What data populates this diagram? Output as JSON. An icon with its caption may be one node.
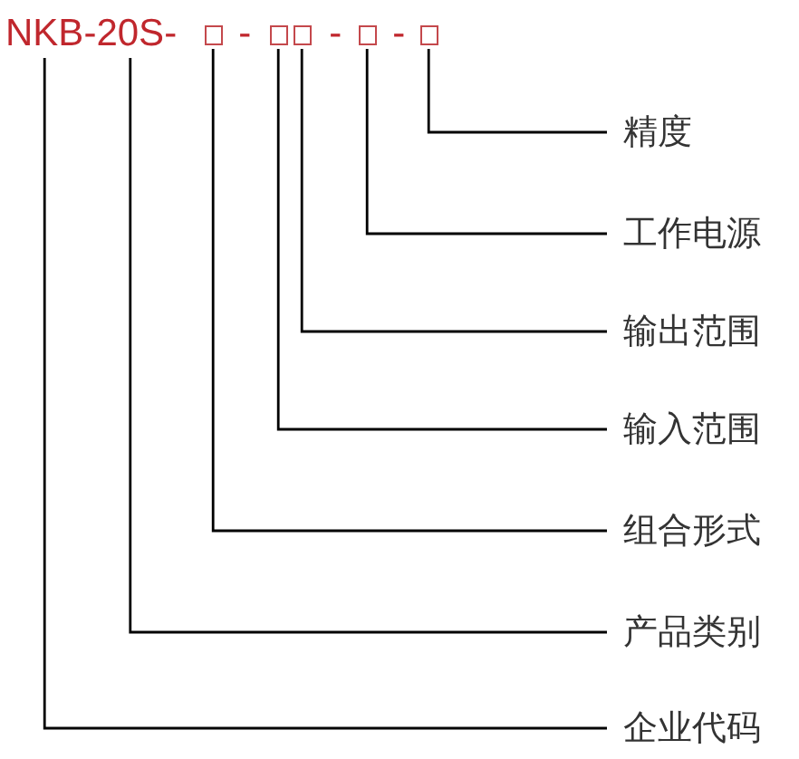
{
  "diagram": {
    "nodes": [
      {
        "text": [
          "NKB"
        ]
      },
      {
        "text": [
          "20S"
        ]
      },
      {
        "text": [],
        "shape": "box"
      },
      {
        "text": [],
        "shape": "box"
      },
      {
        "text": [],
        "shape": "box"
      },
      {
        "text": [],
        "shape": "box"
      },
      {
        "text": [],
        "shape": "box"
      },
      {
        "text": [
          "精度"
        ]
      },
      {
        "text": [
          "工作电源"
        ]
      },
      {
        "text": [
          "输出范围"
        ]
      },
      {
        "text": [
          "输入范围"
        ]
      },
      {
        "text": [
          "组合形式"
        ]
      },
      {
        "text": [
          "产品类别"
        ]
      },
      {
        "text": [
          "企业代码"
        ]
      }
    ],
    "edges": [
      {
        "from": 7,
        "to": 6,
        "arrow": "none"
      },
      {
        "from": 8,
        "to": 5,
        "arrow": "none"
      },
      {
        "from": 9,
        "to": 4,
        "arrow": "none"
      },
      {
        "from": 10,
        "to": 3,
        "arrow": "none"
      },
      {
        "from": 11,
        "to": 2,
        "arrow": "none"
      },
      {
        "from": 12,
        "to": 1,
        "arrow": "none"
      },
      {
        "from": 13,
        "to": 0,
        "arrow": "none"
      }
    ],
    "labels": [
      "-",
      "-",
      "-",
      "-",
      "-"
    ]
  }
}
